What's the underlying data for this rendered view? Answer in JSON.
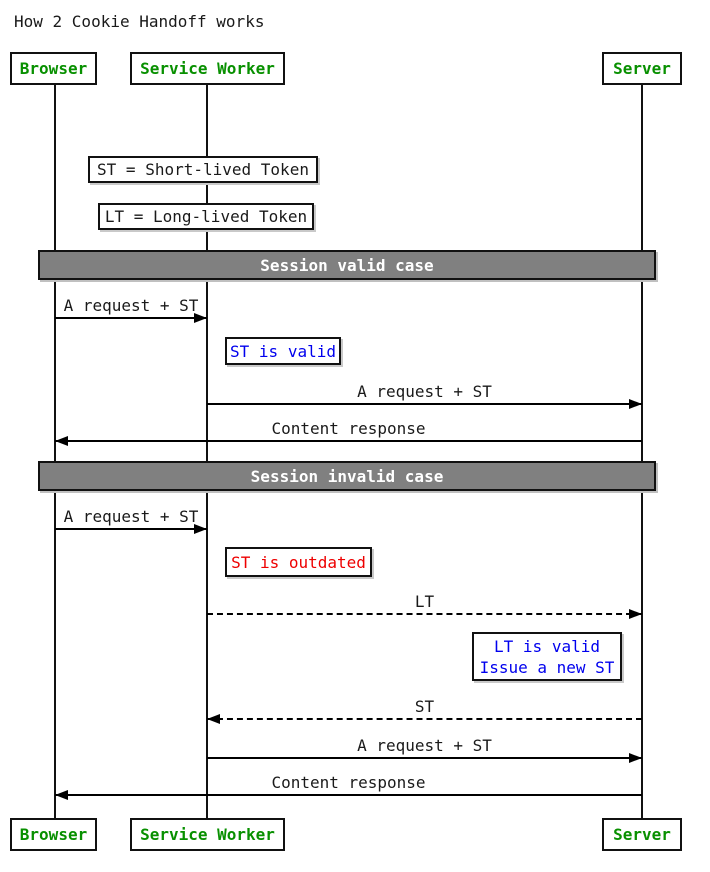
{
  "title": "How 2 Cookie Handoff works",
  "colors": {
    "actor_text": "#089000",
    "note_blue": "#0000ee",
    "note_red": "#ee0000",
    "note_black": "#1a1a1a",
    "divider_bg": "#808080",
    "divider_text": "#ffffff",
    "line": "#000000",
    "background": "#ffffff"
  },
  "actors": [
    {
      "label": "Browser"
    },
    {
      "label": "Service Worker"
    },
    {
      "label": "Server"
    }
  ],
  "notes": [
    {
      "text": "ST = Short-lived Token",
      "color": "black",
      "over": "Service Worker"
    },
    {
      "text": "LT = Long-lived Token",
      "color": "black",
      "over": "Service Worker"
    },
    {
      "text": "ST is valid",
      "color": "blue",
      "over": "Service Worker"
    },
    {
      "text": "ST is outdated",
      "color": "red",
      "over": "Service Worker"
    },
    {
      "lines": [
        "LT is valid",
        "Issue a new ST"
      ],
      "color": "blue",
      "over": "Server"
    }
  ],
  "dividers": [
    {
      "label": "Session valid case"
    },
    {
      "label": "Session invalid case"
    }
  ],
  "messages": [
    {
      "label": "A request + ST",
      "from": "Browser",
      "to": "Service Worker",
      "style": "solid"
    },
    {
      "label": "A request + ST",
      "from": "Service Worker",
      "to": "Server",
      "style": "solid"
    },
    {
      "label": "Content response",
      "from": "Server",
      "to": "Browser",
      "style": "solid"
    },
    {
      "label": "A request + ST",
      "from": "Browser",
      "to": "Service Worker",
      "style": "solid"
    },
    {
      "label": "LT",
      "from": "Service Worker",
      "to": "Server",
      "style": "dashed"
    },
    {
      "label": "ST",
      "from": "Server",
      "to": "Service Worker",
      "style": "dashed"
    },
    {
      "label": "A request + ST",
      "from": "Service Worker",
      "to": "Server",
      "style": "solid"
    },
    {
      "label": "Content response",
      "from": "Server",
      "to": "Browser",
      "style": "solid"
    }
  ]
}
